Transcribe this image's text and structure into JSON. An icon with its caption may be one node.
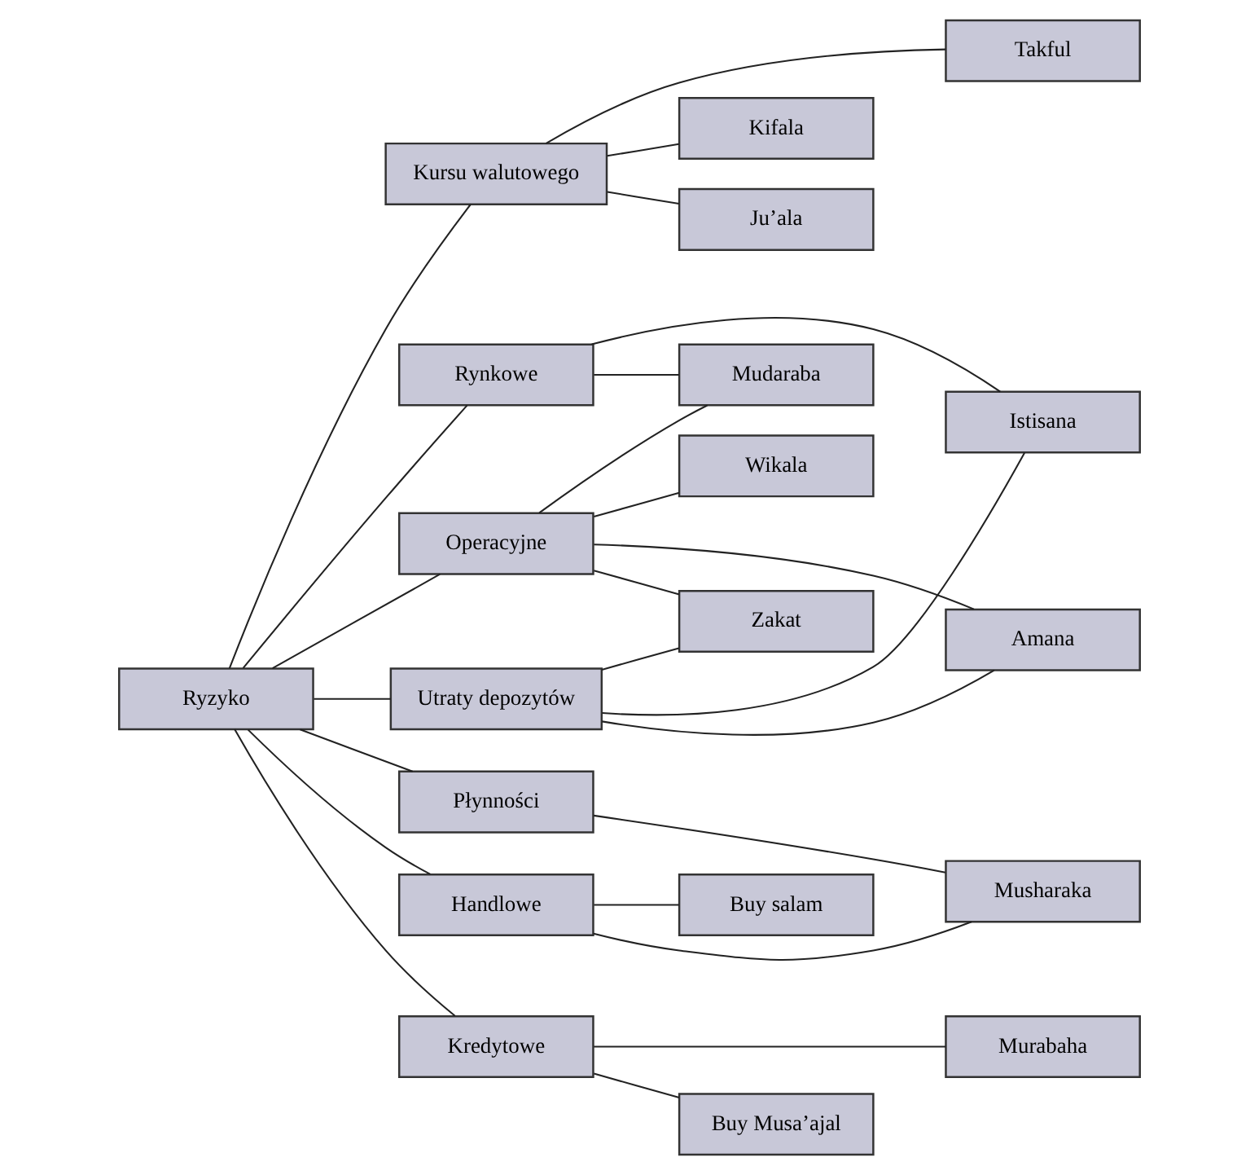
{
  "diagram": {
    "nodes": [
      {
        "text": [
          "Ryzyko"
        ]
      },
      {
        "text": [
          "Rynkowe"
        ]
      },
      {
        "text": [
          "Kursu walutowego"
        ]
      },
      {
        "text": [
          "Operacyjne"
        ]
      },
      {
        "text": [
          "Płynności"
        ]
      },
      {
        "text": [
          "Utraty depozytów"
        ]
      },
      {
        "text": [
          "Handlowe"
        ]
      },
      {
        "text": [
          "Kredytowe"
        ]
      },
      {
        "text": [
          "Mudaraba"
        ]
      },
      {
        "text": [
          "Kifala"
        ]
      },
      {
        "text": [
          "Ju’ala"
        ]
      },
      {
        "text": [
          "Wikala"
        ]
      },
      {
        "text": [
          "Zakat"
        ]
      },
      {
        "text": [
          "Buy Musa’ajal"
        ]
      },
      {
        "text": [
          "Buy salam"
        ]
      },
      {
        "text": [
          "Amana"
        ]
      },
      {
        "text": [
          "Takful"
        ]
      },
      {
        "text": [
          "Istisana"
        ]
      },
      {
        "text": [
          "Musharaka"
        ]
      },
      {
        "text": [
          "Murabaha"
        ]
      }
    ],
    "edges": [
      {
        "from": 0,
        "to": 1,
        "arrow": "none"
      },
      {
        "from": 0,
        "to": 2,
        "arrow": "none"
      },
      {
        "from": 0,
        "to": 3,
        "arrow": "none"
      },
      {
        "from": 0,
        "to": 4,
        "arrow": "none"
      },
      {
        "from": 0,
        "to": 5,
        "arrow": "none"
      },
      {
        "from": 0,
        "to": 6,
        "arrow": "none"
      },
      {
        "from": 0,
        "to": 7,
        "arrow": "none"
      },
      {
        "from": 1,
        "to": 8,
        "arrow": "none"
      },
      {
        "from": 1,
        "to": 17,
        "arrow": "none"
      },
      {
        "from": 2,
        "to": 9,
        "arrow": "none"
      },
      {
        "from": 2,
        "to": 16,
        "arrow": "none"
      },
      {
        "from": 2,
        "to": 10,
        "arrow": "none"
      },
      {
        "from": 3,
        "to": 8,
        "arrow": "none"
      },
      {
        "from": 3,
        "to": 15,
        "arrow": "none"
      },
      {
        "from": 3,
        "to": 11,
        "arrow": "none"
      },
      {
        "from": 3,
        "to": 12,
        "arrow": "none"
      },
      {
        "from": 4,
        "to": 18,
        "arrow": "none"
      },
      {
        "from": 5,
        "to": 15,
        "arrow": "none"
      },
      {
        "from": 5,
        "to": 17,
        "arrow": "none"
      },
      {
        "from": 5,
        "to": 12,
        "arrow": "none"
      },
      {
        "from": 6,
        "to": 18,
        "arrow": "none"
      },
      {
        "from": 6,
        "to": 14,
        "arrow": "none"
      },
      {
        "from": 7,
        "to": 13,
        "arrow": "none"
      },
      {
        "from": 7,
        "to": 19,
        "arrow": "none"
      }
    ]
  }
}
